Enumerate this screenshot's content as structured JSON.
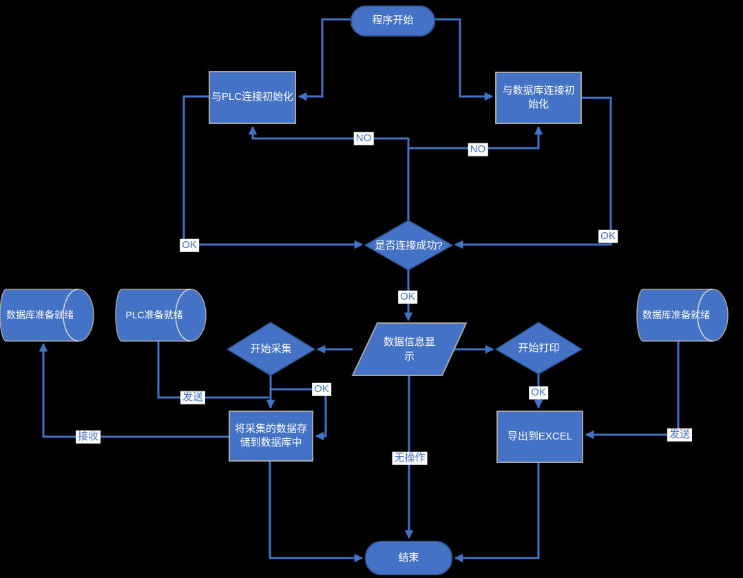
{
  "diagram": {
    "title": "PLC data acquisition program flowchart",
    "colors": {
      "background": "#000000",
      "shape_fill": "#4472C4",
      "shape_border_dark": "#2F528F",
      "rect_border": "#A6A6A6",
      "connector": "#4472C4",
      "edge_label_text": "#4472C4",
      "edge_label_bg": "#FFFFFF",
      "shape_text": "#FFFFFF"
    },
    "nodes": {
      "start": {
        "type": "terminator",
        "label": "程序开始"
      },
      "plc_init": {
        "type": "process",
        "label": "与PLC连接初始化"
      },
      "db_init": {
        "type": "process",
        "label": "与数据库连接初始化"
      },
      "connect_check": {
        "type": "decision",
        "label": "是否连接成功?"
      },
      "data_display": {
        "type": "io",
        "label": "数据信息显示"
      },
      "start_collect": {
        "type": "decision",
        "label": "开始采集"
      },
      "start_print": {
        "type": "decision",
        "label": "开始打印"
      },
      "db_ready_left": {
        "type": "storage",
        "label": "数据库准备就绪"
      },
      "plc_ready": {
        "type": "storage",
        "label": "PLC准备就绪"
      },
      "db_ready_right": {
        "type": "storage",
        "label": "数据库准备就绪"
      },
      "store_data": {
        "type": "process",
        "label": "将采集的数据存储到数据库中"
      },
      "export_excel": {
        "type": "process",
        "label": "导出到EXCEL"
      },
      "end": {
        "type": "terminator",
        "label": "结束"
      }
    },
    "edge_labels": {
      "no_left": "NO",
      "no_right": "NO",
      "ok_left": "OK",
      "ok_right": "OK",
      "ok_mid": "OK",
      "ok_collect": "OK",
      "ok_print": "OK",
      "send_left": "发送",
      "send_right": "发送",
      "receive": "接收",
      "no_op": "无操作"
    }
  }
}
